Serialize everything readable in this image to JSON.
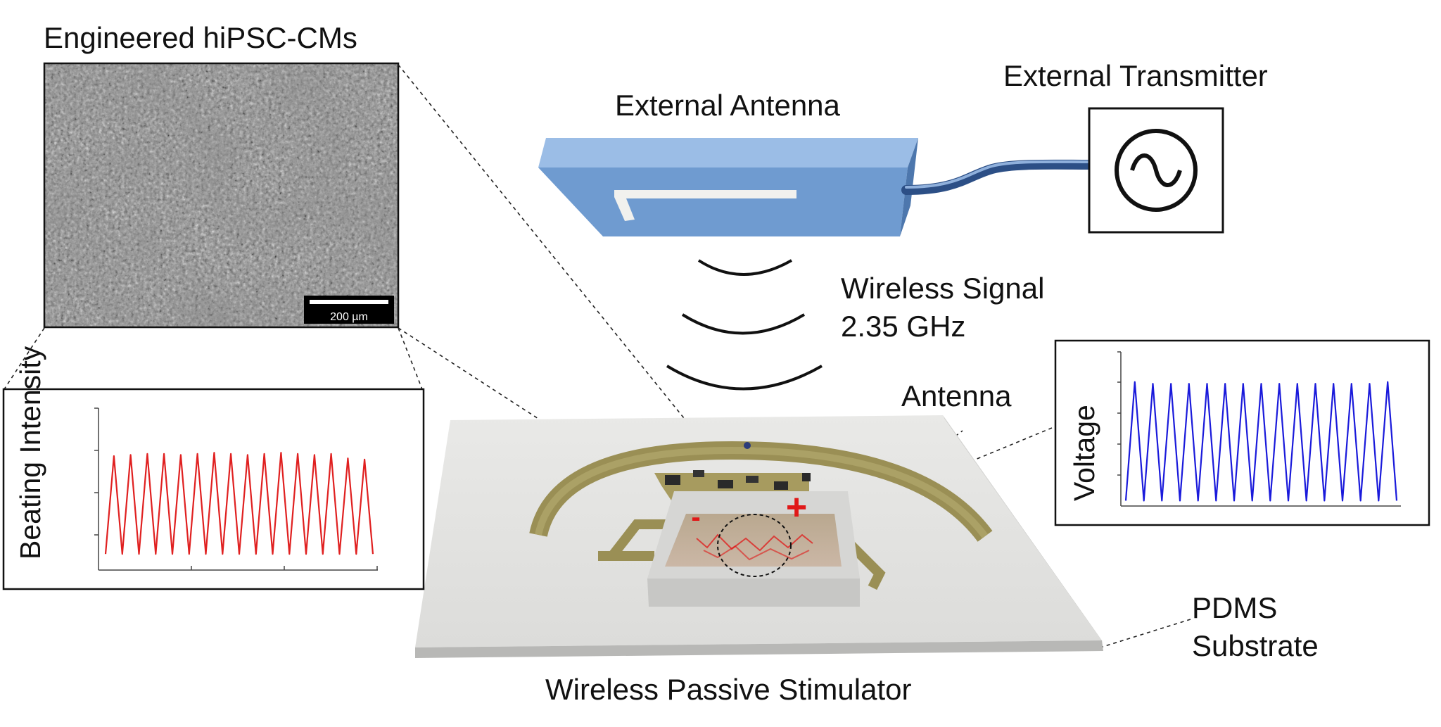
{
  "labels": {
    "micrograph_title": "Engineered hiPSC-CMs",
    "scale_bar": "200 µm",
    "external_antenna": "External Antenna",
    "external_transmitter": "External Transmitter",
    "wireless_signal_line1": "Wireless Signal",
    "wireless_signal_line2": "2.35 GHz",
    "antenna": "Antenna",
    "pdms_line1": "PDMS",
    "pdms_line2": "Substrate",
    "device_caption": "Wireless Passive Stimulator",
    "minus": "-",
    "plus": "+"
  },
  "colors": {
    "beating_trace": "#e02020",
    "voltage_trace": "#1a1adb",
    "antenna_blue": "#7ea7d6",
    "gold_trace": "#9a8f55",
    "electrode_red": "#e01818"
  },
  "chart_data": [
    {
      "type": "line",
      "title": "",
      "xlabel": "",
      "ylabel": "Beating Intensity",
      "series": [
        {
          "values": [
            0.08,
            0.95,
            0.08,
            0.96,
            0.08,
            0.97,
            0.08,
            0.97,
            0.08,
            0.96,
            0.08,
            0.97,
            0.08,
            0.98,
            0.08,
            0.97,
            0.08,
            0.96,
            0.08,
            0.97,
            0.08,
            0.98,
            0.08,
            0.97,
            0.08,
            0.96,
            0.08,
            0.97,
            0.08,
            0.93,
            0.08,
            0.92,
            0.08
          ]
        }
      ]
    },
    {
      "type": "line",
      "title": "",
      "xlabel": "",
      "ylabel": "Voltage",
      "series": [
        {
          "values": [
            0.03,
            0.7,
            0.03,
            0.69,
            0.03,
            0.69,
            0.03,
            0.69,
            0.03,
            0.69,
            0.03,
            0.69,
            0.03,
            0.69,
            0.03,
            0.69,
            0.03,
            0.69,
            0.03,
            0.69,
            0.03,
            0.69,
            0.03,
            0.69,
            0.03,
            0.69,
            0.03,
            0.69,
            0.03,
            0.7,
            0.03
          ]
        }
      ]
    }
  ]
}
